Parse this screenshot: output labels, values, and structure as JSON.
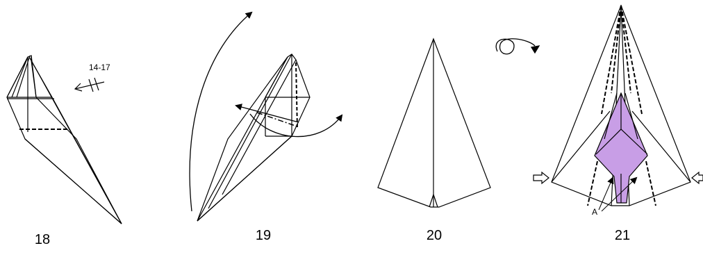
{
  "steps": [
    {
      "number": "18",
      "annotation": "14-17"
    },
    {
      "number": "19"
    },
    {
      "number": "20"
    },
    {
      "number": "21",
      "annotation": "A"
    }
  ],
  "colors": {
    "line": "#000000",
    "fill_highlight": "#c89ee6"
  },
  "icons": {
    "repeat_steps": "repeat-steps-arrow-icon",
    "turn_over": "turn-over-icon",
    "push": "push-arrow-icon"
  }
}
